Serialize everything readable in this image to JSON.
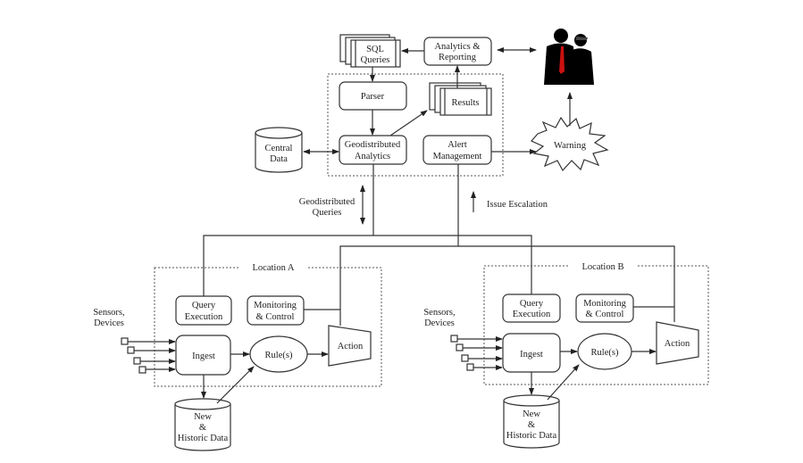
{
  "central": {
    "sql_queries": [
      "SQL",
      "Queries"
    ],
    "analytics_reporting": [
      "Analytics &",
      "Reporting"
    ],
    "parser": "Parser",
    "results": "Results",
    "geodistributed_analytics": [
      "Geodistributed",
      "Analytics"
    ],
    "alert_management": [
      "Alert",
      "Management"
    ],
    "central_data": [
      "Central",
      "Data"
    ],
    "warning": "Warning",
    "geodistributed_queries": [
      "Geodistributed",
      "Queries"
    ],
    "issue_escalation": "Issue Escalation"
  },
  "locations": [
    {
      "label": "Location A",
      "sensors": [
        "Sensors,",
        "Devices"
      ],
      "query_execution": [
        "Query",
        "Execution"
      ],
      "monitoring_control": [
        "Monitoring",
        "& Control"
      ],
      "ingest": "Ingest",
      "rules": "Rule(s)",
      "action": "Action",
      "data": [
        "New",
        "&",
        "Historic Data"
      ]
    },
    {
      "label": "Location B",
      "sensors": [
        "Sensors,",
        "Devices"
      ],
      "query_execution": [
        "Query",
        "Execution"
      ],
      "monitoring_control": [
        "Monitoring",
        "& Control"
      ],
      "ingest": "Ingest",
      "rules": "Rule(s)",
      "action": "Action",
      "data": [
        "New",
        "&",
        "Historic Data"
      ]
    }
  ],
  "colors": {
    "line": "#333333",
    "tie": "#cc1111",
    "silhouette": "#000000"
  }
}
